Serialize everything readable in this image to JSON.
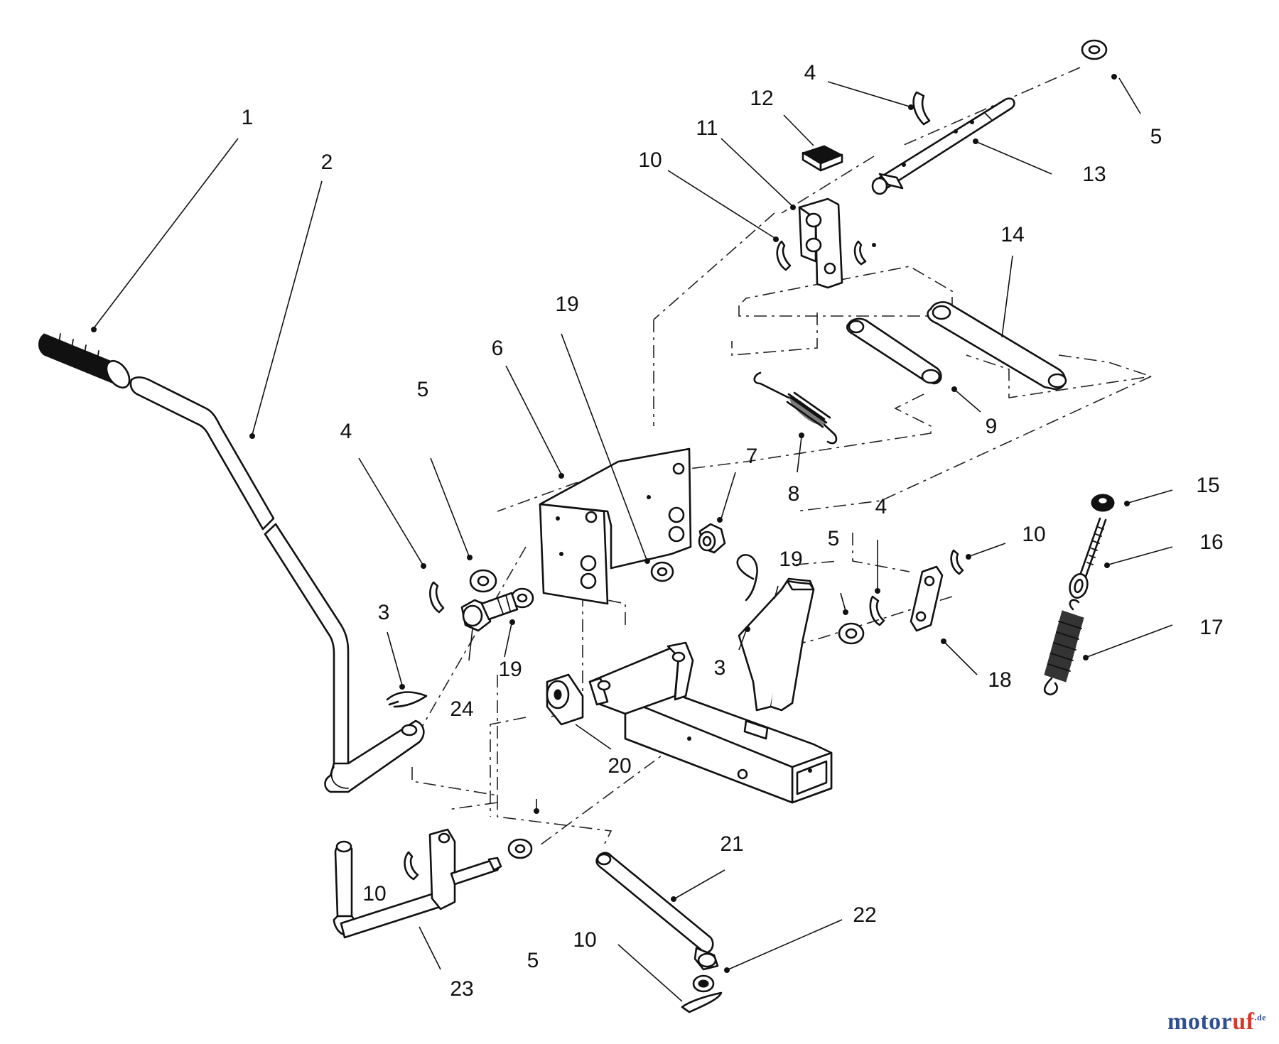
{
  "diagram": {
    "callouts": [
      "1",
      "2",
      "3",
      "4",
      "5",
      "6",
      "7",
      "8",
      "9",
      "10",
      "11",
      "12",
      "13",
      "14",
      "15",
      "16",
      "17",
      "18",
      "19",
      "20",
      "21",
      "22",
      "23",
      "24"
    ]
  },
  "watermark": {
    "brand_a": "motor",
    "brand_b": "uf",
    "tld": ".de"
  }
}
